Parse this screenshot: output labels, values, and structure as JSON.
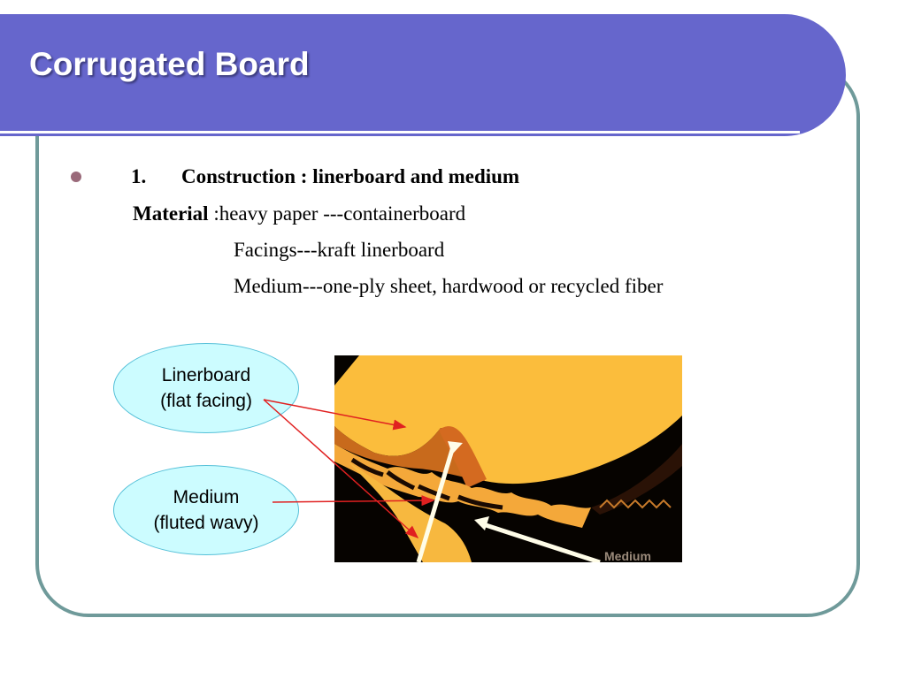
{
  "slide": {
    "title": "Corrugated Board",
    "bullet": {
      "number": "1.",
      "heading": "Construction : linerboard and medium"
    },
    "material_label": "Material",
    "material_text": " :heavy paper ---containerboard",
    "facings_text": "Facings---kraft linerboard",
    "medium_text": "Medium---one-ply sheet, hardwood or recycled fiber"
  },
  "callouts": {
    "linerboard": {
      "line1": "Linerboard",
      "line2": "(flat facing)"
    },
    "medium": {
      "line1": "Medium",
      "line2": "(fluted wavy)"
    }
  },
  "photo": {
    "caption_fragment": "Medium"
  },
  "colors": {
    "title_bar": "#6666cc",
    "frame_border": "#6f9a9a",
    "callout_fill": "#ccfcff",
    "arrow": "#e02020"
  }
}
